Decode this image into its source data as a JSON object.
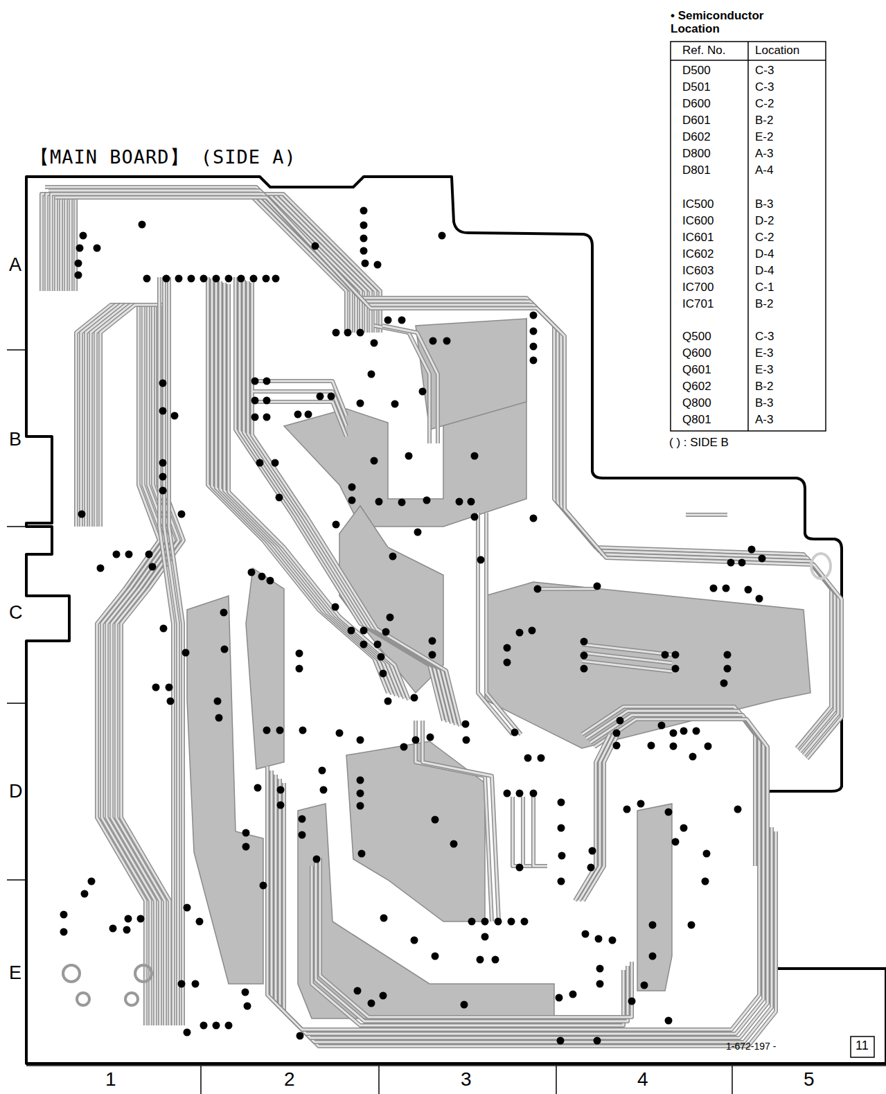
{
  "diagram": {
    "title": "【MAIN BOARD】 (SIDE A)",
    "labels": [
      "• Semiconductor Location",
      "Ref. No.",
      "Location",
      "D500",
      "C-3",
      "D501",
      "C-3",
      "D600",
      "C-2",
      "D601",
      "B-2",
      "D602",
      "E-2",
      "D800",
      "A-3",
      "D801",
      "A-4",
      "IC500",
      "B-3",
      "IC600",
      "D-2",
      "IC601",
      "C-2",
      "IC602",
      "D-4",
      "IC603",
      "D-4",
      "IC700",
      "C-1",
      "IC701",
      "B-2",
      "Q500",
      "C-3",
      "Q600",
      "E-3",
      "Q601",
      "E-3",
      "Q602",
      "B-2",
      "Q800",
      "B-3",
      "Q801",
      "A-3",
      "( ) : SIDE B",
      "A",
      "B",
      "C",
      "D",
      "E",
      "1",
      "2",
      "3",
      "4",
      "5",
      "1-672-197 -",
      "11"
    ]
  }
}
